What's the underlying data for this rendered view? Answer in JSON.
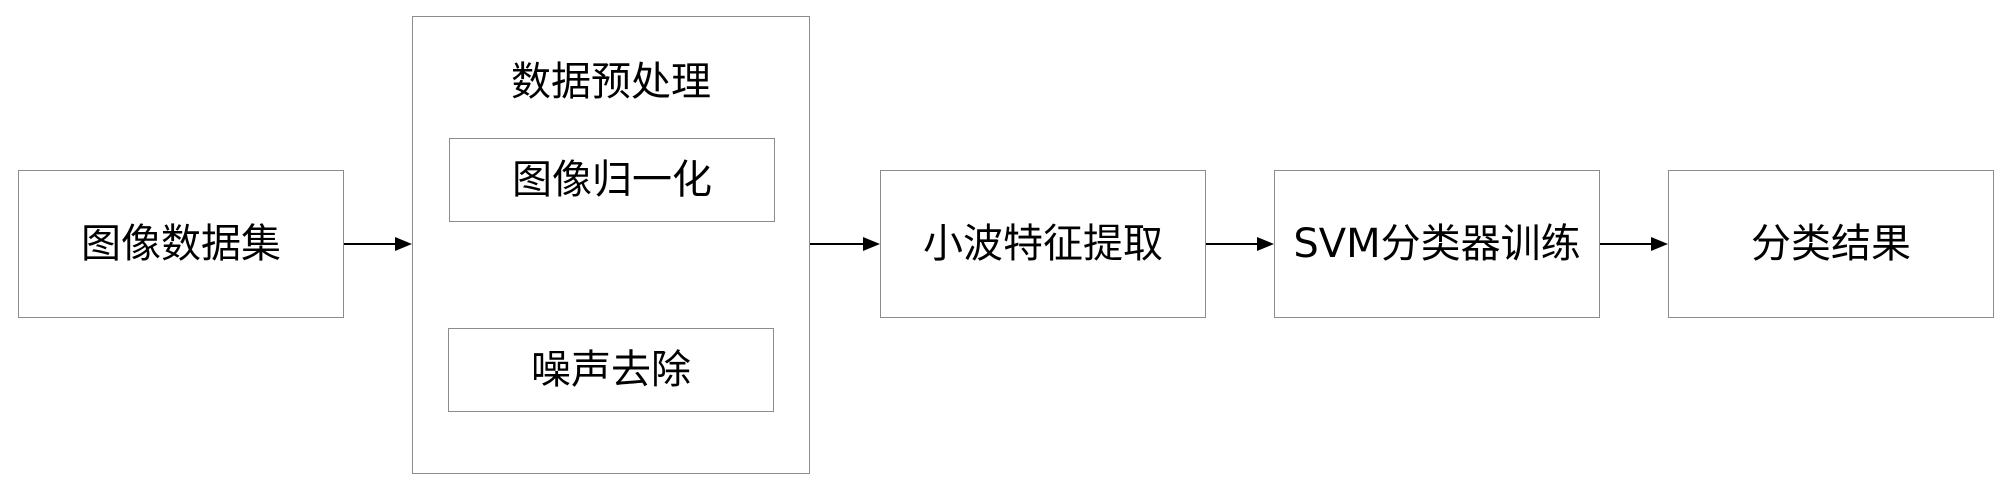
{
  "diagram": {
    "nodes": {
      "dataset": "图像数据集",
      "preprocess_title": "数据预处理",
      "normalize": "图像归一化",
      "denoise": "噪声去除",
      "wavelet": "小波特征提取",
      "svm": "SVM分类器训练",
      "result": "分类结果"
    },
    "edges": [
      {
        "from": "dataset",
        "to": "preprocess"
      },
      {
        "from": "preprocess",
        "to": "wavelet"
      },
      {
        "from": "wavelet",
        "to": "svm"
      },
      {
        "from": "svm",
        "to": "result"
      }
    ]
  }
}
